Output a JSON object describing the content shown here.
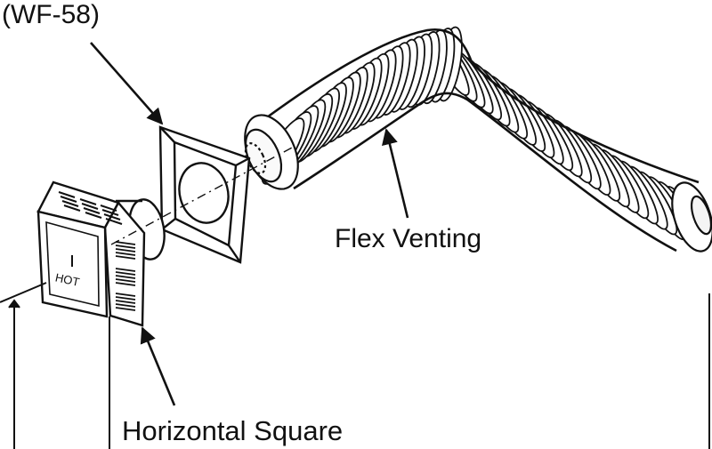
{
  "labels": {
    "wf58": "(WF-58)",
    "flex_venting": "Flex Venting",
    "horizontal_square": "Horizontal Square"
  },
  "termination": {
    "arrow_mark": "I",
    "hot_text": "HOT"
  },
  "colors": {
    "ink": "#111111",
    "paper": "#ffffff"
  }
}
